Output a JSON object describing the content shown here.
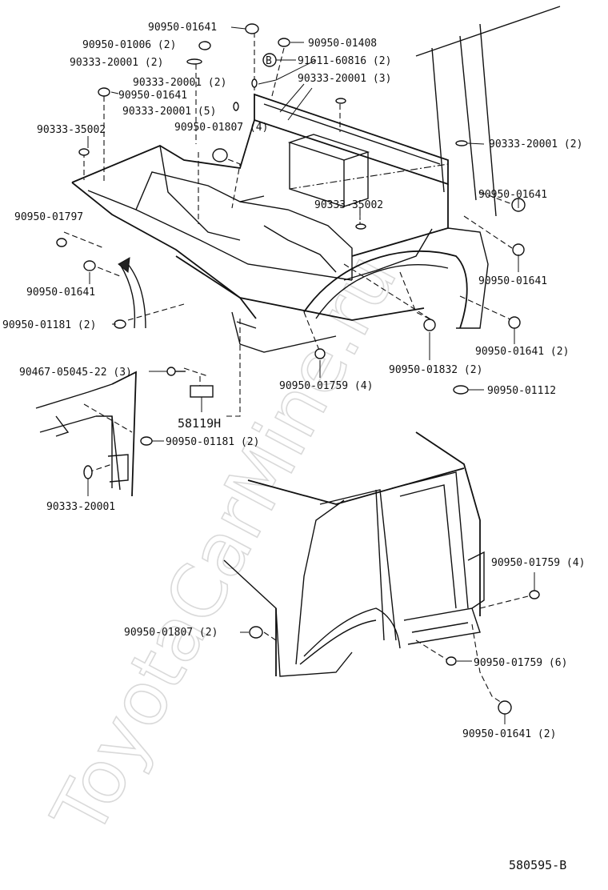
{
  "diagram": {
    "drawing_code": "580595-B",
    "watermark": "ToyotaCarMine.ru",
    "callout_marker": "B",
    "parts": [
      {
        "id": "p1",
        "label": "90950-01641"
      },
      {
        "id": "p2",
        "label": "90950-01006 (2)"
      },
      {
        "id": "p3",
        "label": "90950-01408"
      },
      {
        "id": "p4",
        "label": "90333-20001 (2)"
      },
      {
        "id": "p5",
        "label": "91611-60816 (2)"
      },
      {
        "id": "p6",
        "label": "90333-20001 (2)"
      },
      {
        "id": "p7",
        "label": "90333-20001 (3)"
      },
      {
        "id": "p8",
        "label": "90950-01641"
      },
      {
        "id": "p9",
        "label": "90333-20001 (5)"
      },
      {
        "id": "p10",
        "label": "90333-35002"
      },
      {
        "id": "p11",
        "label": "90950-01807 (4)"
      },
      {
        "id": "p12",
        "label": "90333-20001 (2)"
      },
      {
        "id": "p13",
        "label": "90950-01641"
      },
      {
        "id": "p14",
        "label": "90333-35002"
      },
      {
        "id": "p15",
        "label": "90950-01797"
      },
      {
        "id": "p16",
        "label": "90950-01641"
      },
      {
        "id": "p17",
        "label": "90950-01641"
      },
      {
        "id": "p18",
        "label": "90950-01181 (2)"
      },
      {
        "id": "p19",
        "label": "90950-01641 (2)"
      },
      {
        "id": "p20",
        "label": "90467-05045-22 (3)"
      },
      {
        "id": "p21",
        "label": "90950-01832 (2)"
      },
      {
        "id": "p22",
        "label": "90950-01759 (4)"
      },
      {
        "id": "p23",
        "label": "90950-01112"
      },
      {
        "id": "p24",
        "label": "58119H"
      },
      {
        "id": "p25",
        "label": "90950-01181 (2)"
      },
      {
        "id": "p26",
        "label": "90333-20001"
      },
      {
        "id": "p27",
        "label": "90950-01759 (4)"
      },
      {
        "id": "p28",
        "label": "90950-01807 (2)"
      },
      {
        "id": "p29",
        "label": "90950-01759 (6)"
      },
      {
        "id": "p30",
        "label": "90950-01641 (2)"
      }
    ]
  }
}
